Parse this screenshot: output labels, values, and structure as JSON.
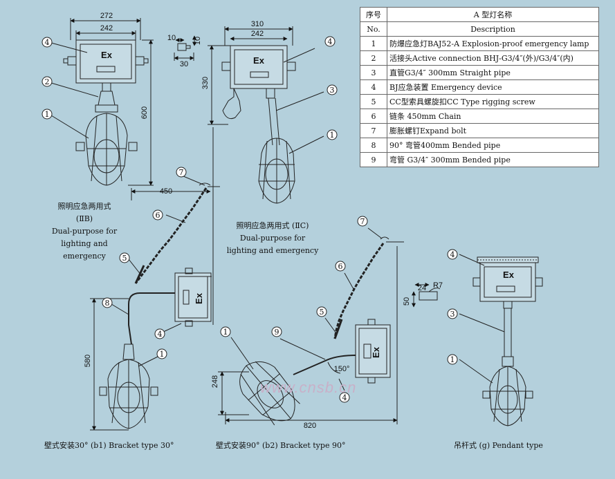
{
  "table": {
    "header_no_cn": "序号",
    "header_no_en": "No.",
    "header_name_cn": "A 型灯名称",
    "header_name_en": "Description",
    "rows": [
      {
        "no": "1",
        "desc": "防爆应急灯BAJ52-A Explosion-proof emergency lamp"
      },
      {
        "no": "2",
        "desc": "活接头Active connection BHJ-G3/4″(外)/G3/4″(内)"
      },
      {
        "no": "3",
        "desc": "直管G3/4″  300mm Straight pipe"
      },
      {
        "no": "4",
        "desc": "BJ应急装置 Emergency device"
      },
      {
        "no": "5",
        "desc": "CC型索具螺旋扣CC Type rigging screw"
      },
      {
        "no": "6",
        "desc": "链条 450mm Chain"
      },
      {
        "no": "7",
        "desc": "膨胀螺钉Expand bolt"
      },
      {
        "no": "8",
        "desc": "90° 弯管400mm Bended pipe"
      },
      {
        "no": "9",
        "desc": "弯管 G3/4″  300mm Bended pipe"
      }
    ]
  },
  "dimensions": {
    "d272": "272",
    "d242a": "242",
    "d600": "600",
    "d310": "310",
    "d242b": "242",
    "d330": "330",
    "d10a": "10",
    "d10b": "10",
    "d30": "30",
    "d450": "450",
    "d580": "580",
    "d248": "248",
    "d820": "820",
    "d150": "150°",
    "d24": "24",
    "dR7": "R7",
    "d50": "50"
  },
  "labels": {
    "ex": "Ex",
    "callouts": [
      "1",
      "2",
      "3",
      "4",
      "5",
      "6",
      "7",
      "8",
      "9"
    ]
  },
  "captions": {
    "iib_cn": "照明应急两用式",
    "iib_code": "(ⅡB)",
    "iib_en1": "Dual-purpose for",
    "iib_en2": "lighting and",
    "iib_en3": "emergency",
    "iic_cn": "照明应急两用式 (ⅡC)",
    "iic_en1": "Dual-purpose for",
    "iic_en2": "lighting and emergency",
    "b1": "壁式安装30° (b1) Bracket type 30°",
    "b2": "壁式安装90° (b2) Bracket type 90°",
    "g": "吊杆式 (g) Pendant type"
  },
  "watermark": "www.cnsb.cn",
  "colors": {
    "background": "#b4d0dc",
    "line": "#222222",
    "table_bg": "#ffffff"
  }
}
